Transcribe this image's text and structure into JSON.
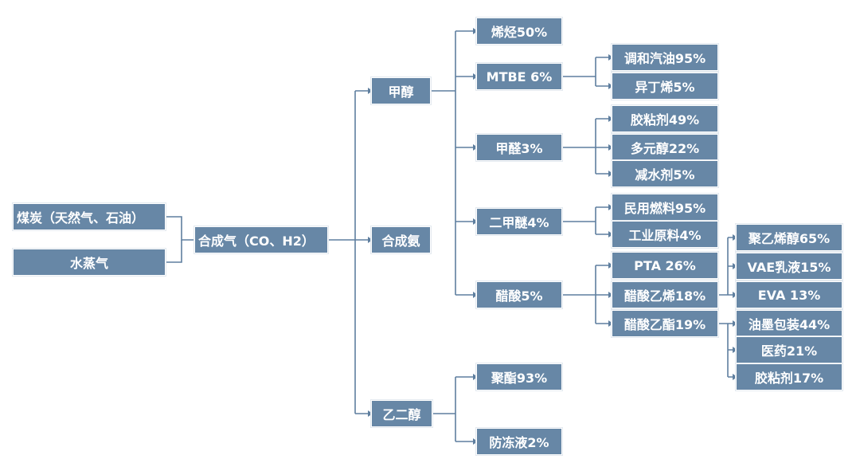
{
  "colors": {
    "node_fill": "#6787a6",
    "node_text": "#ffffff",
    "connector": "#5f7f9f"
  },
  "nodes": {
    "coal": "煤炭（天然气、石油）",
    "steam": "水蒸气",
    "syngas": "合成气（CO、H2）",
    "methanol": "甲醇",
    "ammonia": "合成氨",
    "glycol": "乙二醇",
    "olefins": "烯烃50%",
    "mtbe": "MTBE 6%",
    "formaldehyde": "甲醛3%",
    "dme": "二甲醚4%",
    "acetic_acid": "醋酸5%",
    "polyester": "聚酯93%",
    "antifreeze": "防冻液2%",
    "blended_gasoline": "调和汽油95%",
    "isobutylene": "异丁烯5%",
    "adhesive": "胶粘剂49%",
    "polyol": "多元醇22%",
    "water_reducer": "减水剂5%",
    "civil_fuel": "民用燃料95%",
    "industrial_feedstock": "工业原料4%",
    "pta": "PTA 26%",
    "vinyl_acetate": "醋酸乙烯18%",
    "ethyl_acetate": "醋酸乙酯19%",
    "pva": "聚乙烯醇65%",
    "vae": "VAE乳液15%",
    "eva": "EVA 13%",
    "ink_packaging": "油墨包装44%",
    "medicine": "医药21%",
    "adhesive_2": "胶粘剂17%"
  }
}
